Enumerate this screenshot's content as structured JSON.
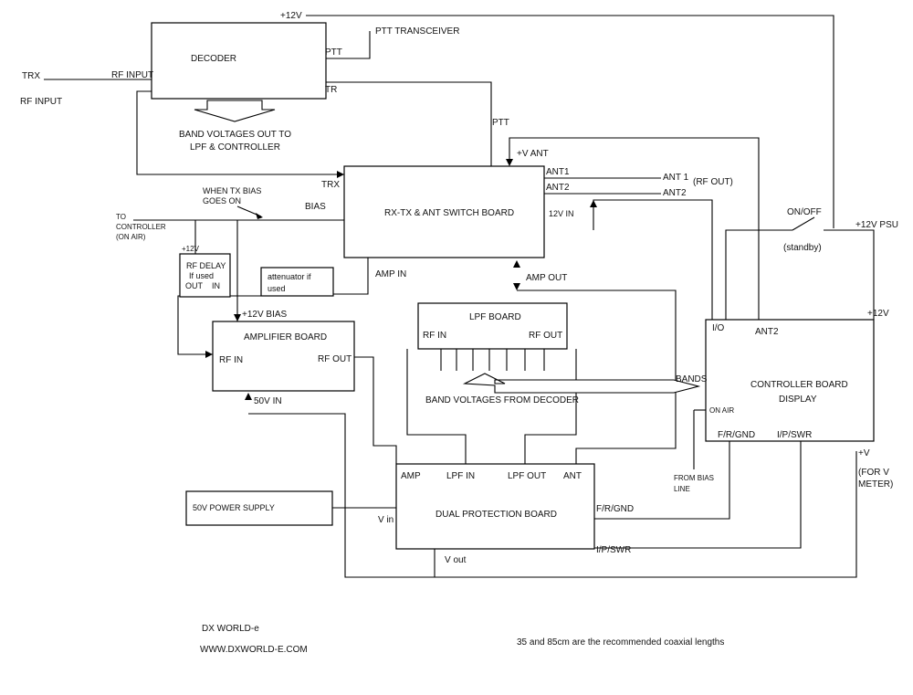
{
  "labels": {
    "trx": "TRX",
    "rf_input_side": "RF INPUT",
    "rf_input_decoder": "RF INPUT",
    "decoder": "DECODER",
    "ptt": "PTT",
    "ptt_transceiver": "PTT TRANSCEIVER",
    "tr": "TR",
    "plus12v_top": "+12V",
    "band_voltages_out_1": "BAND VOLTAGES OUT TO",
    "band_voltages_out_2": "LPF  & CONTROLLER",
    "ptt_mid": "PTT",
    "plus_v_ant": "+V ANT",
    "trx_switch": "TRX",
    "ant1": "ANT1",
    "ant2": "ANT2",
    "ant_1_out": "ANT 1",
    "ant2_out": "ANT2",
    "rf_out_note": "(RF OUT)",
    "when_tx_1": "WHEN TX BIAS",
    "when_tx_2": "GOES ON",
    "bias": "BIAS",
    "switch_board": "RX-TX & ANT SWITCH BOARD",
    "v12_in": "12V IN",
    "to_controller_1": "TO",
    "to_controller_2": "CONTROLLER",
    "to_controller_3": "(ON AIR)",
    "plus12v_delay": "+12V",
    "rf_delay_1": "RF DELAY",
    "rf_delay_2": "If used",
    "rf_delay_out": "OUT",
    "rf_delay_in": "IN",
    "attenuator_1": "attenuator if",
    "attenuator_2": "used",
    "amp_in": "AMP IN",
    "amp_out": "AMP OUT",
    "on_off": "ON/OFF",
    "standby": "(standby)",
    "plus12v_psu": "+12V PSU",
    "plus12v_bias": "+12V BIAS",
    "amplifier_board": "AMPLIFIER BOARD",
    "amp_rf_in": "RF IN",
    "amp_rf_out": "RF OUT",
    "v50_in": "50V IN",
    "lpf_board": "LPF BOARD",
    "lpf_rf_in": "RF IN",
    "lpf_rf_out": "RF OUT",
    "band_voltages_from": "BAND VOLTAGES FROM DECODER",
    "bands": "BANDS",
    "io": "I/O",
    "ant2_ctrl": "ANT2",
    "plus12v_ctrl": "+12V",
    "controller_1": "CONTROLLER BOARD",
    "controller_2": "DISPLAY",
    "on_air": "ON AIR",
    "frgnd_ctrl": "F/R/GND",
    "ipswr_ctrl": "I/P/SWR",
    "plus_v": "+V",
    "for_v_1": "(FOR V",
    "for_v_2": "METER)",
    "from_bias_1": "FROM BIAS",
    "from_bias_2": "LINE",
    "dp_amp": "AMP",
    "dp_lpf_in": "LPF IN",
    "dp_lpf_out": "LPF OUT",
    "dp_ant": "ANT",
    "dual_protection": "DUAL PROTECTION BOARD",
    "v_in": "V in",
    "v_out": "V out",
    "frgnd_dp": "F/R/GND",
    "ipswr_dp": "I/P/SWR",
    "psu50": "50V POWER SUPPLY",
    "dxworld": "DX WORLD-e",
    "website": "WWW.DXWORLD-E.COM",
    "coax_note": "35 and 85cm are the recommended coaxial lengths"
  }
}
